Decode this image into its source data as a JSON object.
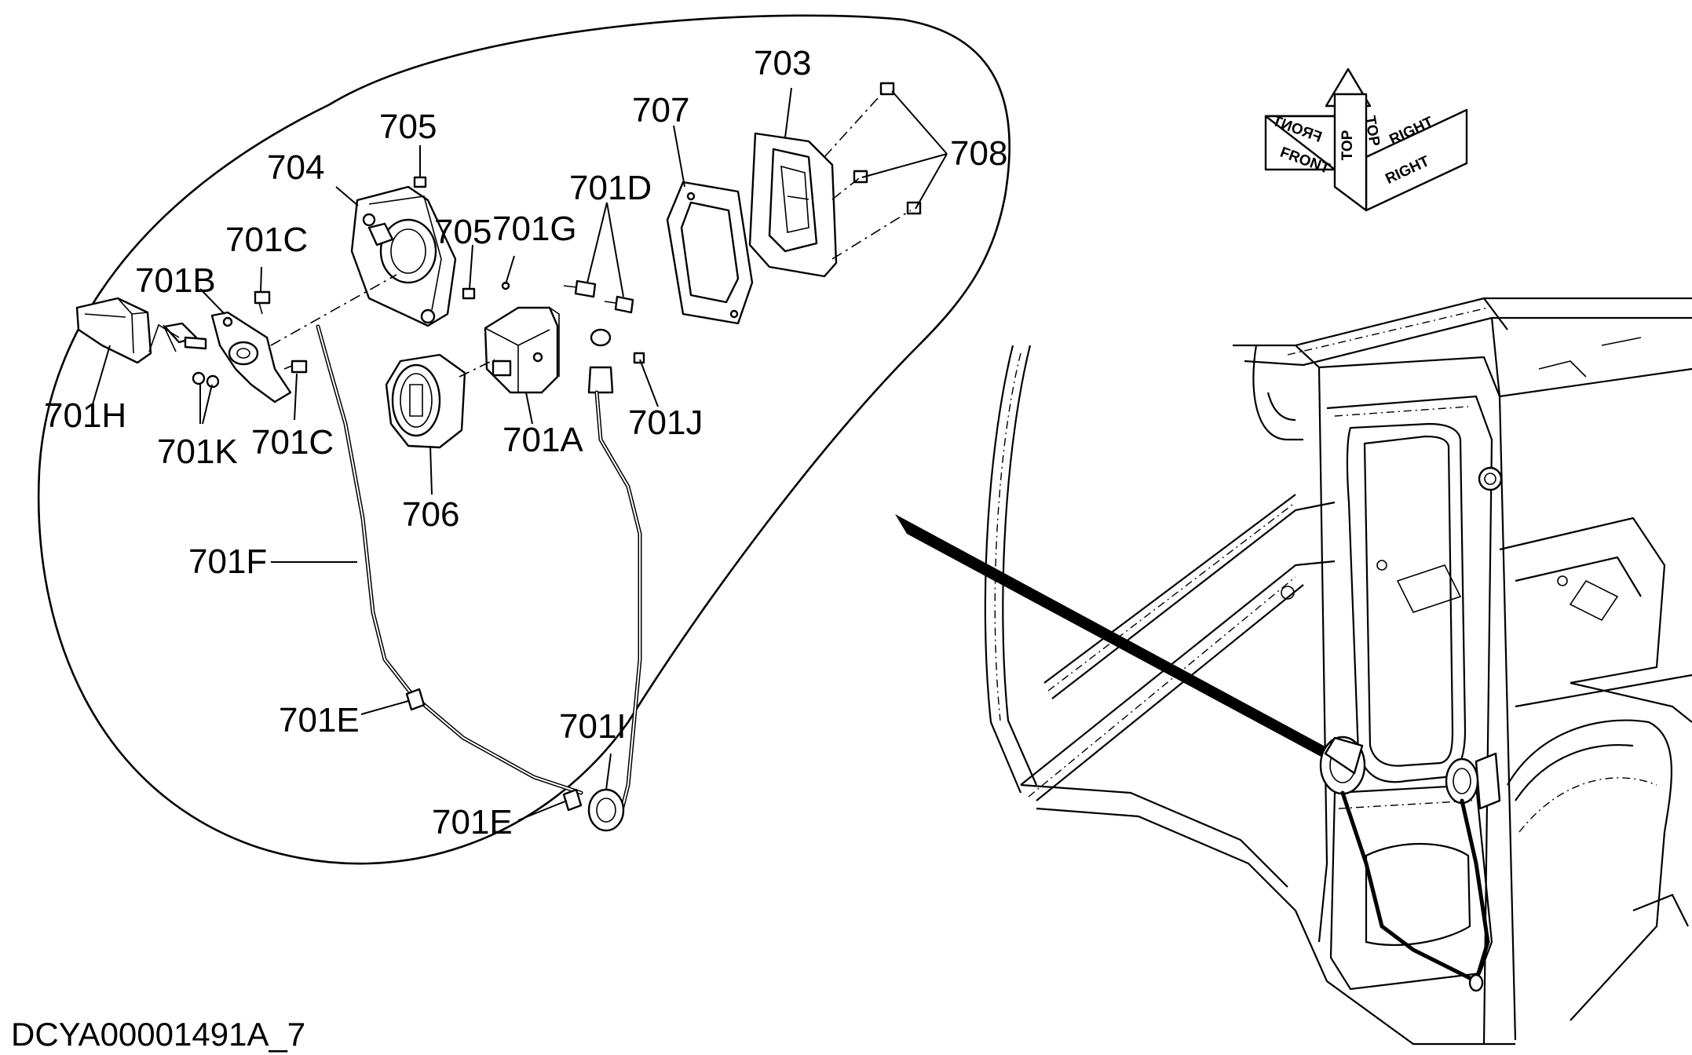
{
  "diagram": {
    "drawing_id": "DCYA00001491A_7",
    "orientation": {
      "front": "FRONT",
      "top": "TOP",
      "right": "RIGHT",
      "front_mirror": "FRONT",
      "top_mirror": "TOP",
      "right_mirror": "RIGHT"
    },
    "parts": {
      "p703": "703",
      "p704": "704",
      "p705a": "705",
      "p705b": "705",
      "p706": "706",
      "p707": "707",
      "p708": "708",
      "p701A": "701A",
      "p701B": "701B",
      "p701C_top": "701C",
      "p701C_bottom": "701C",
      "p701D": "701D",
      "p701E_upper": "701E",
      "p701E_lower": "701E",
      "p701F": "701F",
      "p701G": "701G",
      "p701H": "701H",
      "p701I": "701I",
      "p701J": "701J",
      "p701K": "701K"
    }
  }
}
